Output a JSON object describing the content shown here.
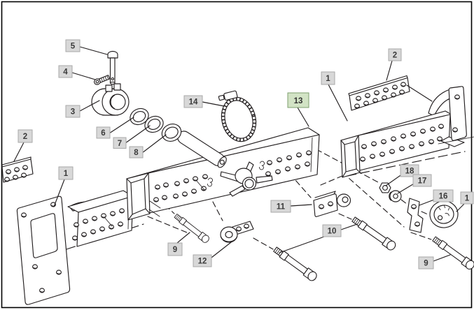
{
  "figure": {
    "kind": "exploded-parts-diagram",
    "background": "#ffffff",
    "frame_color": "#000000",
    "line_color": "#231f20"
  },
  "callouts": {
    "box_bg": "#d8d8d8",
    "box_border": "#a9a9a9",
    "text_color": "#3a3a3a",
    "highlight_bg": "#d2e3c5",
    "highlight_border": "#7e9f6e",
    "items": [
      {
        "text": "5",
        "target": "clevis-pin",
        "highlighted": false
      },
      {
        "text": "4",
        "target": "set-screw",
        "highlighted": false
      },
      {
        "text": "3",
        "target": "pivot-bushing",
        "highlighted": false
      },
      {
        "text": "2",
        "target": "left-backing-plate",
        "highlighted": false
      },
      {
        "text": "1",
        "target": "left-axle-extension",
        "highlighted": false
      },
      {
        "text": "6",
        "target": "washer-ring",
        "highlighted": false
      },
      {
        "text": "7",
        "target": "washer-ring",
        "highlighted": false
      },
      {
        "text": "8",
        "target": "seal-ring",
        "highlighted": false
      },
      {
        "text": "14",
        "target": "hose-clamp",
        "highlighted": false
      },
      {
        "text": "13",
        "target": "center-axle-tube",
        "highlighted": true
      },
      {
        "text": "1",
        "target": "right-axle-extension",
        "highlighted": false
      },
      {
        "text": "2",
        "target": "right-backing-plate",
        "highlighted": false
      },
      {
        "text": "9",
        "target": "bolt-front-left",
        "highlighted": false
      },
      {
        "text": "12",
        "target": "clamp-eye",
        "highlighted": false
      },
      {
        "text": "11",
        "target": "clamp-block",
        "highlighted": false
      },
      {
        "text": "10",
        "target": "center-bolts",
        "highlighted": false
      },
      {
        "text": "18",
        "target": "hex-nut",
        "highlighted": false
      },
      {
        "text": "17",
        "target": "flange-washer",
        "highlighted": false
      },
      {
        "text": "16",
        "target": "angle-bracket",
        "highlighted": false
      },
      {
        "text": "1",
        "target": "end-cap-ring",
        "highlighted": false
      },
      {
        "text": "9",
        "target": "bolt-front-right",
        "highlighted": false
      }
    ]
  }
}
